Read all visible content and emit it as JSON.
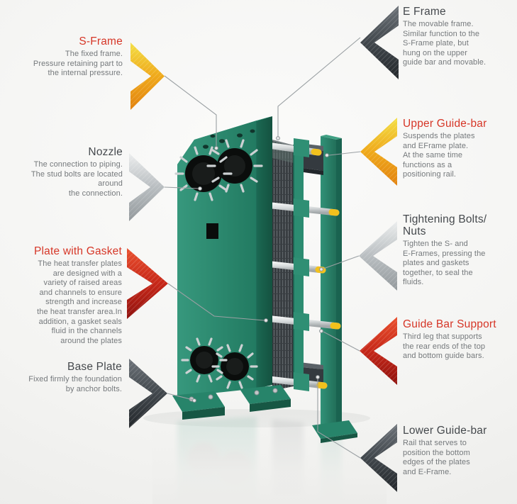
{
  "colors": {
    "accent_red": "#d63627",
    "title_dark": "#45494d",
    "body_text": "#75797c",
    "machine_green": "#2e8e73",
    "bolt_yellow": "#f2c11d",
    "chevron_orange": "#efa91b",
    "chevron_silver": "#b9bec1",
    "chevron_red": "#c62718",
    "chevron_charcoal": "#41474c"
  },
  "labels": {
    "s_frame": {
      "title": "S-Frame",
      "body": "The fixed frame.\nPressure retaining part to\nthe internal pressure.",
      "side": "left",
      "chevron": "orange"
    },
    "e_frame": {
      "title": "E Frame",
      "body": "The movable frame.\nSimilar function to the\nS-Frame plate, but\nhung on the upper\nguide bar and movable.",
      "side": "right",
      "chevron": "charcoal"
    },
    "nozzle": {
      "title": "Nozzle",
      "body": "The connection to piping.\nThe stud bolts are located\naround\nthe connection.",
      "side": "left",
      "chevron": "silver"
    },
    "upper_guide_bar": {
      "title": "Upper Guide-bar",
      "body": "Suspends the plates\nand EFrame plate.\nAt the same time\nfunctions as a\npositioning rail.",
      "side": "right",
      "chevron": "orange"
    },
    "plate_with_gasket": {
      "title": "Plate with Gasket",
      "body": "The heat transfer plates\nare designed with a\nvariety of raised areas\nand channels to ensure\nstrength and increase\nthe heat transfer area.In\naddition, a gasket seals\nfluid in the channels\naround the plates",
      "side": "left",
      "chevron": "red"
    },
    "tightening_bolts": {
      "title": "Tightening Bolts/\nNuts",
      "body": "Tighten the S- and\nE-Frames, pressing the\nplates and gaskets\ntogether, to seal the\nfluids.",
      "side": "right",
      "chevron": "silver"
    },
    "base_plate": {
      "title": "Base Plate",
      "body": "Fixed firmly the foundation\nby anchor bolts.",
      "side": "left",
      "chevron": "charcoal"
    },
    "guide_bar_support": {
      "title": "Guide Bar Support",
      "body": "Third leg that supports\nthe rear ends of the top\nand bottom guide bars.",
      "side": "right",
      "chevron": "red"
    },
    "lower_guide_bar": {
      "title": "Lower Guide-bar",
      "body": "Rail that serves to\nposition the bottom\nedges of the plates\nand E-Frame.",
      "side": "right",
      "chevron": "charcoal"
    }
  }
}
